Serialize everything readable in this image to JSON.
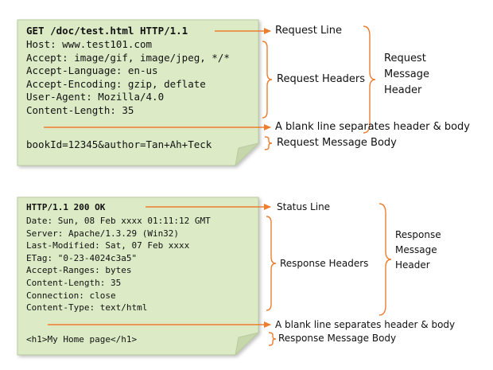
{
  "request": {
    "first_line": "GET /doc/test.html HTTP/1.1",
    "headers": [
      "Host: www.test101.com",
      "Accept: image/gif, image/jpeg, */*",
      "Accept-Language: en-us",
      "Accept-Encoding: gzip, deflate",
      "User-Agent: Mozilla/4.0",
      "Content-Length: 35"
    ],
    "body": "bookId=12345&author=Tan+Ah+Teck",
    "labels": {
      "line": "Request Line",
      "headers": "Request Headers",
      "blank": "A blank line separates header & body",
      "body": "Request Message Body",
      "header_group": [
        "Request",
        "Message",
        "Header"
      ]
    }
  },
  "response": {
    "first_line": "HTTP/1.1 200 OK",
    "headers": [
      "Date: Sun, 08 Feb xxxx 01:11:12 GMT",
      "Server: Apache/1.3.29 (Win32)",
      "Last-Modified: Sat, 07 Feb xxxx",
      "ETag: \"0-23-4024c3a5\"",
      "Accept-Ranges: bytes",
      "Content-Length: 35",
      "Connection: close",
      "Content-Type: text/html"
    ],
    "body": "<h1>My Home page</h1>",
    "labels": {
      "line": "Status Line",
      "headers": "Response Headers",
      "blank": "A blank line separates header & body",
      "body": "Response Message Body",
      "header_group": [
        "Response",
        "Message",
        "Header"
      ]
    }
  },
  "colors": {
    "note_fill": "#dcebc6",
    "note_border": "#b9ca9e",
    "fold": "#c7d7ac",
    "arrow": "#ed7d31"
  }
}
